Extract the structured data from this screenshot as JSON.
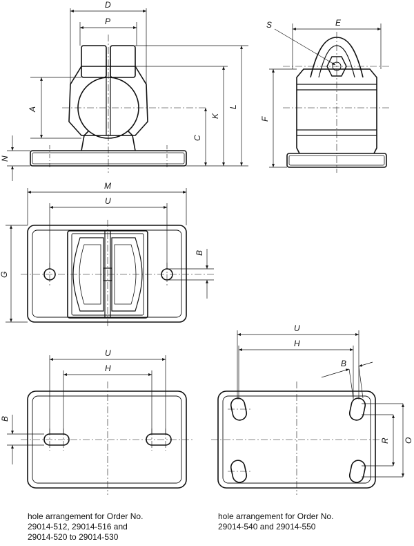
{
  "labels": {
    "D": "D",
    "P": "P",
    "S": "S",
    "E": "E",
    "A": "A",
    "C": "C",
    "K": "K",
    "L": "L",
    "F": "F",
    "N": "N",
    "M": "M",
    "U": "U",
    "G": "G",
    "B": "B",
    "H": "H",
    "R": "R",
    "O": "O"
  },
  "captions": {
    "left": [
      "hole arrangement for Order No.",
      "29014-512, 29014-516 and",
      "29014-520 to 29014-530"
    ],
    "right": [
      "hole arrangement for Order No.",
      "29014-540 and 29014-550"
    ]
  }
}
